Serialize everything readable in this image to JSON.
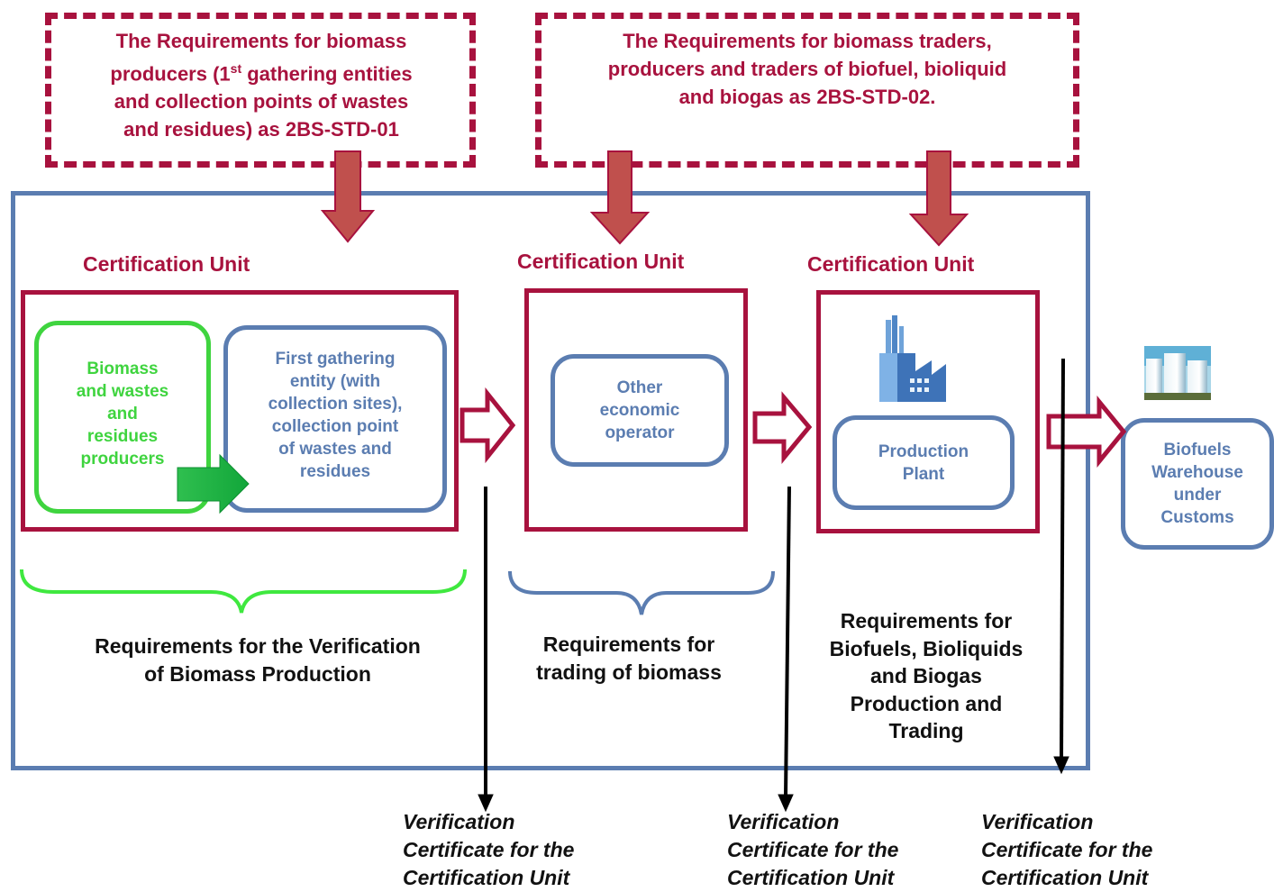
{
  "top_requirements": {
    "std01": {
      "line1": "The Requirements for biomass",
      "line2_pre": "producers (1",
      "line2_sup": "st",
      "line2_post": " gathering entities",
      "line3": "and collection points of wastes",
      "line4": "and residues) as 2BS-STD-01"
    },
    "std02": {
      "line1": "The Requirements for biomass traders,",
      "line2": "producers and traders of biofuel, bioliquid",
      "line3": "and biogas as 2BS-STD-02."
    }
  },
  "certification_units": [
    {
      "label": "Certification Unit"
    },
    {
      "label": "Certification Unit"
    },
    {
      "label": "Certification Unit"
    }
  ],
  "nodes": {
    "biomass_producers": [
      "Biomass",
      "and wastes",
      "and",
      "residues",
      "producers"
    ],
    "first_gathering": [
      "First gathering",
      "entity (with",
      "collection sites),",
      "collection point",
      "of wastes and",
      "residues"
    ],
    "other_operator": [
      "Other",
      "economic",
      "operator"
    ],
    "production_plant": [
      "Production",
      "Plant"
    ],
    "warehouse": [
      "Biofuels",
      "Warehouse",
      "under",
      "Customs"
    ]
  },
  "captions": {
    "verification": [
      "Requirements for the Verification",
      "of Biomass Production"
    ],
    "trading": [
      "Requirements for",
      "trading of biomass"
    ],
    "production": [
      "Requirements for",
      "Biofuels, Bioliquids",
      "and Biogas",
      "Production and",
      "Trading"
    ]
  },
  "verification_certificates": [
    [
      "Verification",
      "Certificate for the",
      "Certification Unit"
    ],
    [
      "Verification",
      "Certificate for the",
      "Certification Unit"
    ],
    [
      "Verification",
      "Certificate for the",
      "Certification Unit"
    ]
  ],
  "icons": {
    "factory": "factory-icon",
    "warehouse": "storage-tanks-icon"
  },
  "colors": {
    "crimson": "#a8123e",
    "blue": "#5b7db1",
    "green": "#3fd43f",
    "arrow_fill": "#c0504d"
  }
}
